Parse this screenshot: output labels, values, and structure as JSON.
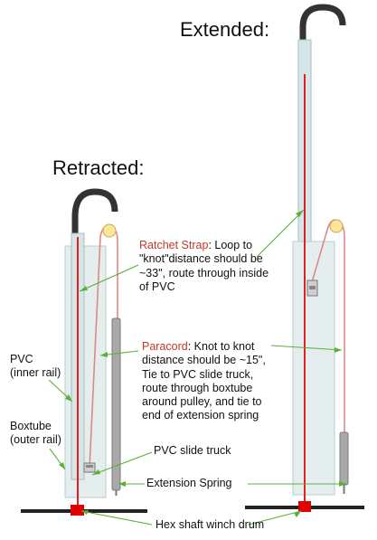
{
  "titles": {
    "extended": "Extended:",
    "retracted": "Retracted:"
  },
  "labels": {
    "ratchet": {
      "name": "Ratchet Strap",
      "line1_rest": ": Loop to",
      "line2": "\"knot\"distance should be",
      "line3": "~33\", route through inside",
      "line4": "of PVC"
    },
    "paracord": {
      "name": "Paracord",
      "line1_rest": ": Knot to knot",
      "line2": "distance should be ~15\",",
      "line3": "Tie to PVC slide truck,",
      "line4": "route through boxtube",
      "line5": "around pulley, and tie to",
      "line6": "end of extension spring"
    },
    "pvc": {
      "line1": "PVC",
      "line2": "(inner rail)"
    },
    "boxtube": {
      "line1": "Boxtube",
      "line2": "(outer rail)"
    },
    "slide_truck": "PVC slide truck",
    "extension_spring": "Extension Spring",
    "winch": "Hex shaft winch drum"
  },
  "colors": {
    "strap": "#e02020",
    "paracord": "#e08888",
    "boxtube_fill": "#e4eeee",
    "pvc_fill": "#d6e6e6",
    "hook": "#333333",
    "spring": "#a9a9a9",
    "pulley": "#ffe59a",
    "leader": "#5ab03a",
    "winch_block": "#e00000"
  }
}
